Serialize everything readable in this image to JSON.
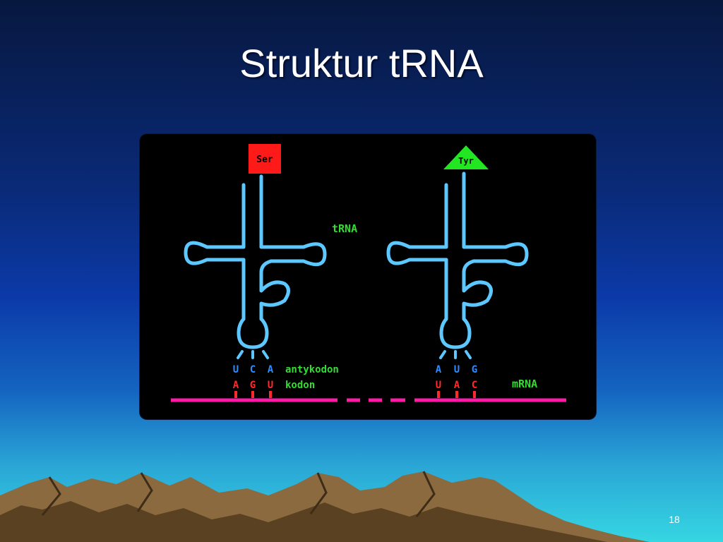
{
  "slide": {
    "title": "Struktur tRNA",
    "page_number": "18"
  },
  "diagram": {
    "left_trna": {
      "amino_acid": "Ser",
      "amino_acid_color": "#ff1a1a",
      "anticodon": [
        "U",
        "C",
        "A"
      ],
      "codon": [
        "A",
        "G",
        "U"
      ]
    },
    "right_trna": {
      "amino_acid": "Tyr",
      "amino_acid_color": "#22e622",
      "anticodon": [
        "A",
        "U",
        "G"
      ],
      "codon": [
        "U",
        "A",
        "C"
      ]
    },
    "labels": {
      "trna": "tRNA",
      "anticodon": "antykodon",
      "codon": "kodon",
      "mrna": "mRNA"
    },
    "colors": {
      "trna_outline": "#5cc8ff",
      "mrna_strand": "#ff1aaa",
      "anticodon_text": "#2f8cff",
      "codon_text": "#ff2a2a",
      "label_text": "#33dd33"
    }
  }
}
